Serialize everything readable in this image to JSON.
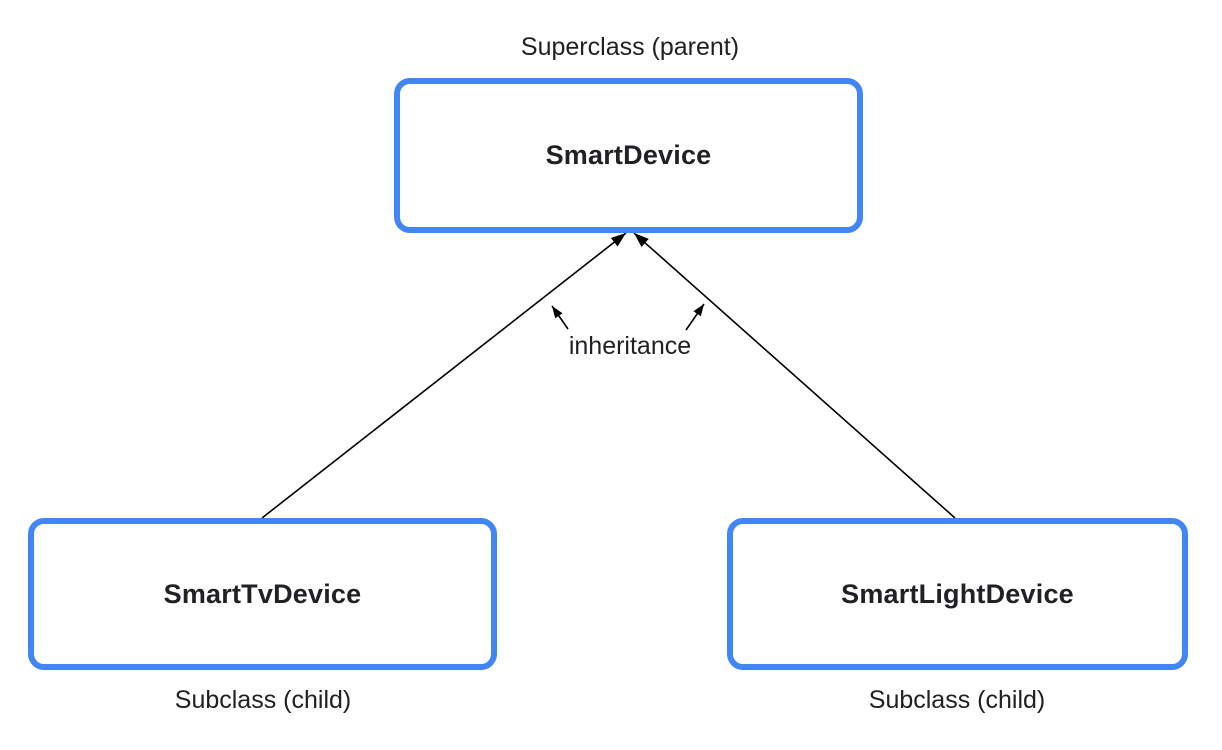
{
  "diagram": {
    "superclass_role_label": "Superclass (parent)",
    "superclass": {
      "name": "SmartDevice"
    },
    "inheritance_label": "inheritance",
    "subclasses": [
      {
        "name": "SmartTvDevice",
        "role_label": "Subclass (child)"
      },
      {
        "name": "SmartLightDevice",
        "role_label": "Subclass (child)"
      }
    ],
    "colors": {
      "box_border": "#4285F4",
      "box_fill": "#FFFFFF",
      "arrow": "#000000",
      "text": "#202124"
    }
  }
}
